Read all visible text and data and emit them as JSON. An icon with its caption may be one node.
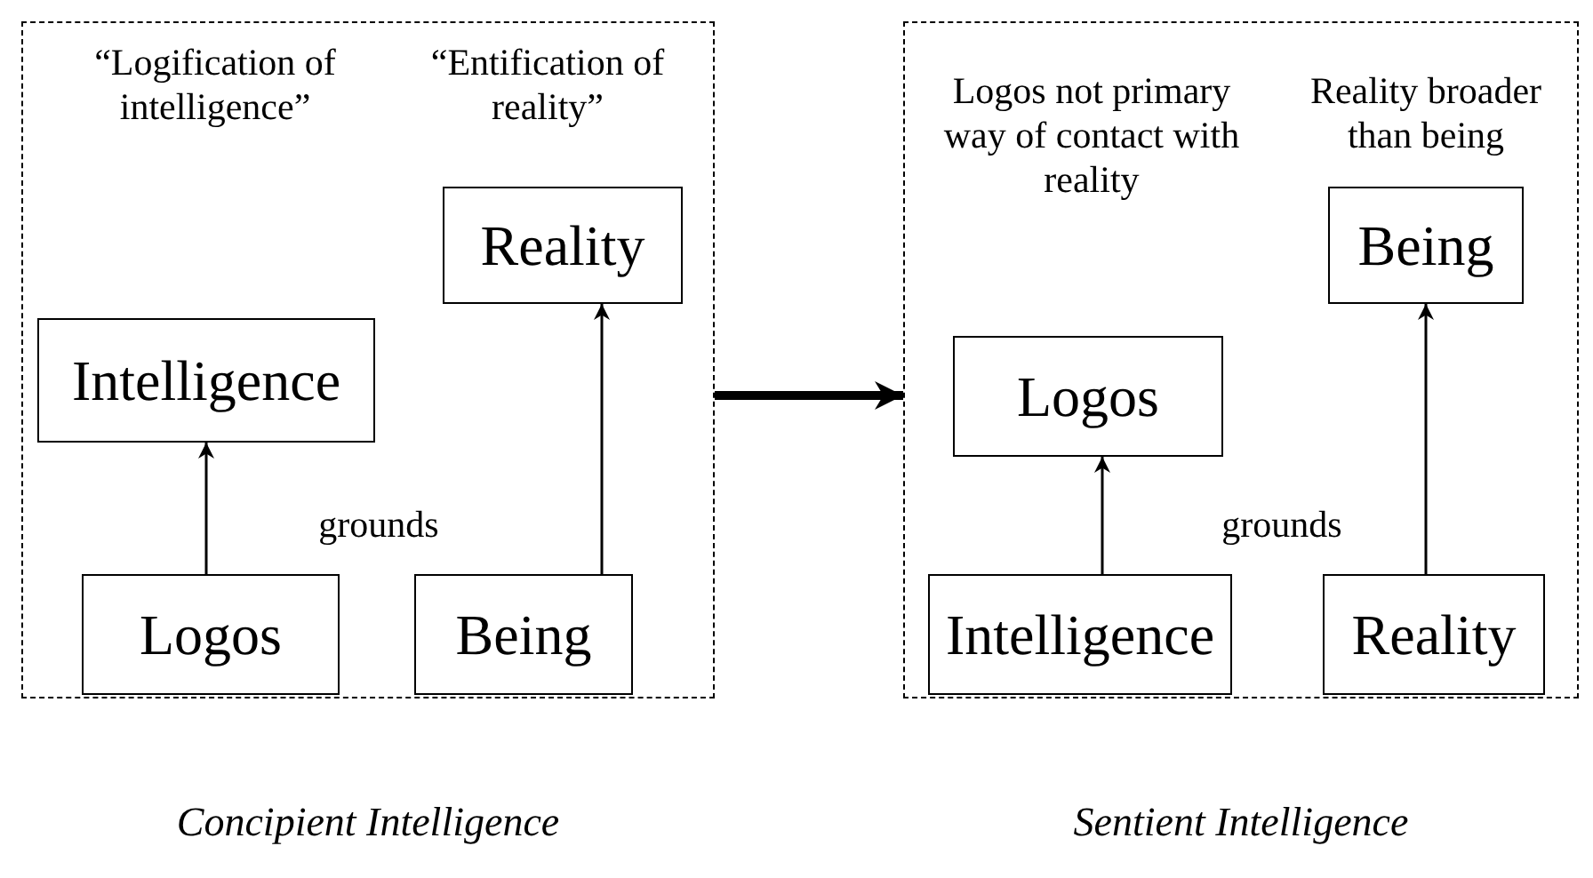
{
  "diagram": {
    "nodes": [
      {
        "text": [
          "“Logification of intelligence”",
          "“Entification of reality”",
          "grounds"
        ],
        "beside": [
          "Concipient Intelligence"
        ]
      },
      {
        "text": [
          "Intelligence"
        ],
        "in": 0
      },
      {
        "text": [
          "Reality"
        ],
        "in": 0
      },
      {
        "text": [
          "Logos"
        ],
        "in": 0
      },
      {
        "text": [
          "Being"
        ],
        "in": 0
      },
      {
        "text": [
          "Logos not primary way of contact with reality",
          "Reality broader than being",
          "grounds"
        ],
        "beside": [
          "Sentient Intelligence"
        ]
      },
      {
        "text": [
          "Logos"
        ],
        "in": 5
      },
      {
        "text": [
          "Being"
        ],
        "in": 5
      },
      {
        "text": [
          "Intelligence"
        ],
        "in": 5
      },
      {
        "text": [
          "Reality"
        ],
        "in": 5
      }
    ],
    "edges": [
      {
        "from": 3,
        "to": 1,
        "arrow": "to"
      },
      {
        "from": 4,
        "to": 2,
        "arrow": "to"
      },
      {
        "from": 0,
        "to": 5,
        "arrow": "to",
        "style": "thick"
      },
      {
        "from": 8,
        "to": 6,
        "arrow": "to"
      },
      {
        "from": 9,
        "to": 7,
        "arrow": "to"
      }
    ]
  }
}
